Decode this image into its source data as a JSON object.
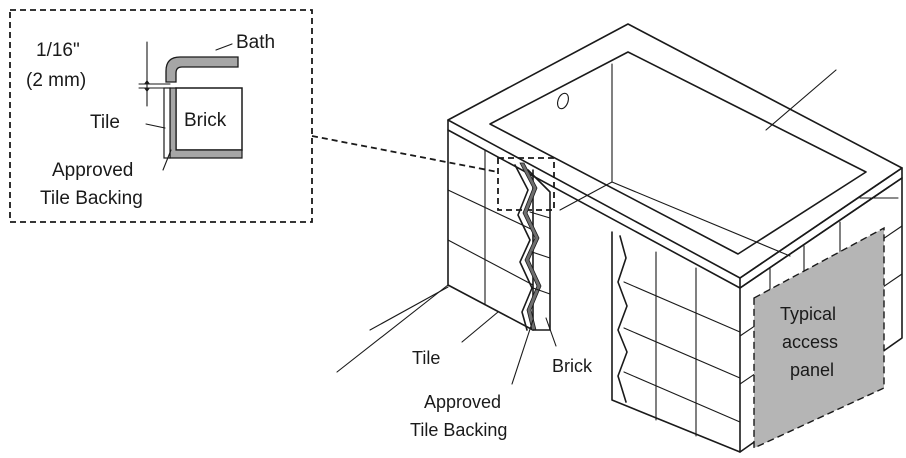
{
  "detail_labels": {
    "gap_fraction": "1/16\"",
    "gap_metric": "(2 mm)",
    "bath": "Bath",
    "tile": "Tile",
    "brick": "Brick",
    "backing_line1": "Approved",
    "backing_line2": "Tile Backing"
  },
  "main_labels": {
    "tile": "Tile",
    "brick": "Brick",
    "backing_line1": "Approved",
    "backing_line2": "Tile Backing",
    "panel_line1": "Typical",
    "panel_line2": "access",
    "panel_line3": "panel"
  },
  "colors": {
    "line": "#1a1a1a",
    "backing_gray": "#a6a6a6",
    "panel_gray": "#b5b5b5",
    "background": "#ffffff"
  }
}
